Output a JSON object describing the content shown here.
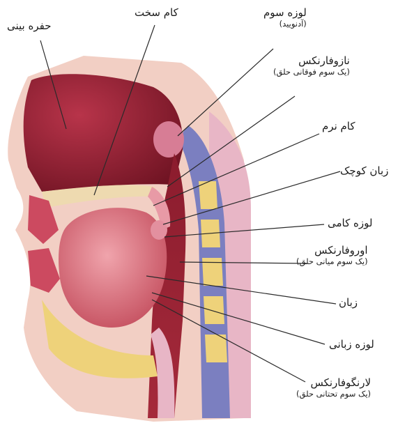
{
  "labels": {
    "nasal_cavity": {
      "text": "حفره بینی"
    },
    "hard_palate": {
      "text": "کام سخت"
    },
    "adenoid": {
      "text": "لوزه سوم",
      "sub": "(آدنویید)"
    },
    "nasopharynx": {
      "text": "نازوفارنکس",
      "sub": "(یک سوم فوقانی حلق)"
    },
    "soft_palate": {
      "text": "کام نرم"
    },
    "uvula": {
      "text": "زبان کوچک"
    },
    "palatine_tonsil": {
      "text": "لوزه کامی"
    },
    "oropharynx": {
      "text": "اوروفارنکس",
      "sub": "(یک سوم میانی حلق)"
    },
    "tongue": {
      "text": "زبان"
    },
    "lingual_tonsil": {
      "text": "لوزه زبانی"
    },
    "laryngopharynx": {
      "text": "لارنگوفارنکس",
      "sub": "(یک سوم تحتانی حلق)"
    }
  },
  "colors": {
    "skin": "#f2cfc4",
    "tissue_dark": "#8e1e2e",
    "tissue_mid": "#c94b5c",
    "tongue": "#d9707c",
    "fat": "#eed27a",
    "spine": "#7b7fc0",
    "leader_line": "#2a2a2a"
  }
}
